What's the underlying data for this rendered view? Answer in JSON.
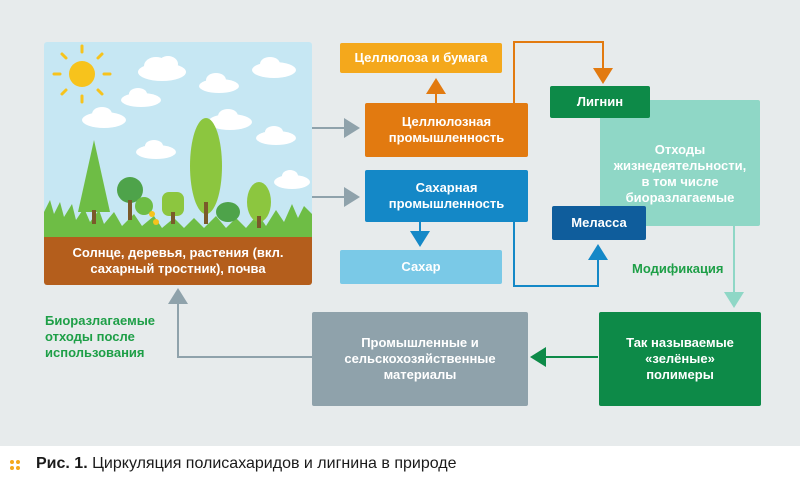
{
  "scene": {
    "label": "Солнце, деревья, растения (вкл. сахарный тростник), почва"
  },
  "boxes": {
    "cellulose_paper": "Целлюлоза и бумага",
    "cellulose_industry": "Целлюлозная промышленность",
    "sugar_industry": "Сахарная промышленность",
    "sugar": "Сахар",
    "lignin": "Лигнин",
    "waste": "Отходы жизнедеятельности, в том числе биоразлагаемые",
    "molasses": "Меласса",
    "green_polymers": "Так называемые «зелёные» полимеры",
    "materials": "Промышленные и сельскохозяйственные материалы"
  },
  "notes": {
    "biodegradable": "Биоразлагаемые отходы после использования",
    "modification": "Модификация"
  },
  "caption": {
    "prefix": "Рис. 1.",
    "text": "Циркуляция полисахаридов и лигнина в природе"
  },
  "colors": {
    "panel_bg": "#e7ebec",
    "orange_light": "#f4a81c",
    "orange_dark": "#e27a10",
    "blue": "#1488c7",
    "blue_light": "#7ac9e7",
    "dark_blue": "#0f5d9c",
    "green_dark": "#0d8a48",
    "mint": "#8fd7c6",
    "gray": "#8fa2ab",
    "brown": "#b45e1c",
    "note_green": "#1e9f47"
  }
}
